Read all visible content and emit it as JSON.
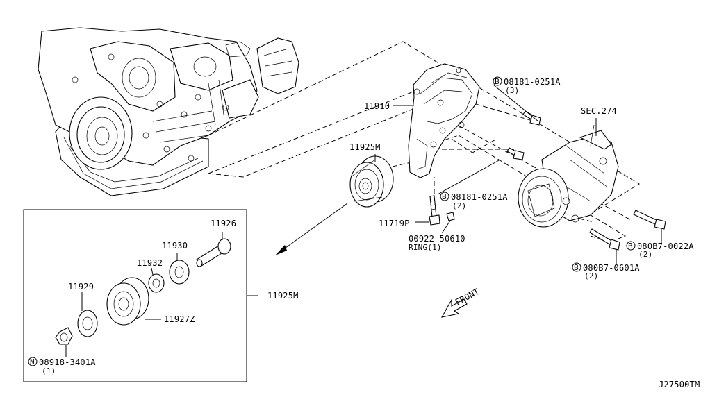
{
  "labels": {
    "bracket": "11910",
    "pulley_assy": "11925M",
    "bolt_11719": "11719P",
    "ring_part": "00922-50610",
    "ring_name": "RING(1)",
    "bolt_top": "08181-0251A",
    "bolt_top_qty": "(3)",
    "bolt_mid": "08181-0251A",
    "bolt_mid_qty": "(2)",
    "sec_ref": "SEC.274",
    "bolt_right": "080B7-0022A",
    "bolt_right_qty": "(2)",
    "bolt_lower": "080B7-0601A",
    "bolt_lower_qty": "(2)",
    "front": "FRONT",
    "detail_box_ref": "11925M",
    "shaft": "11926",
    "washer_11930": "11930",
    "spacer_11932": "11932",
    "washer_11929": "11929",
    "pulley_11927z": "11927Z",
    "nut_part": "08918-3401A",
    "nut_qty": "(1)",
    "diagram_code": "J27500TM"
  },
  "markers": {
    "bolt_symbol": "B",
    "nut_symbol": "N"
  }
}
